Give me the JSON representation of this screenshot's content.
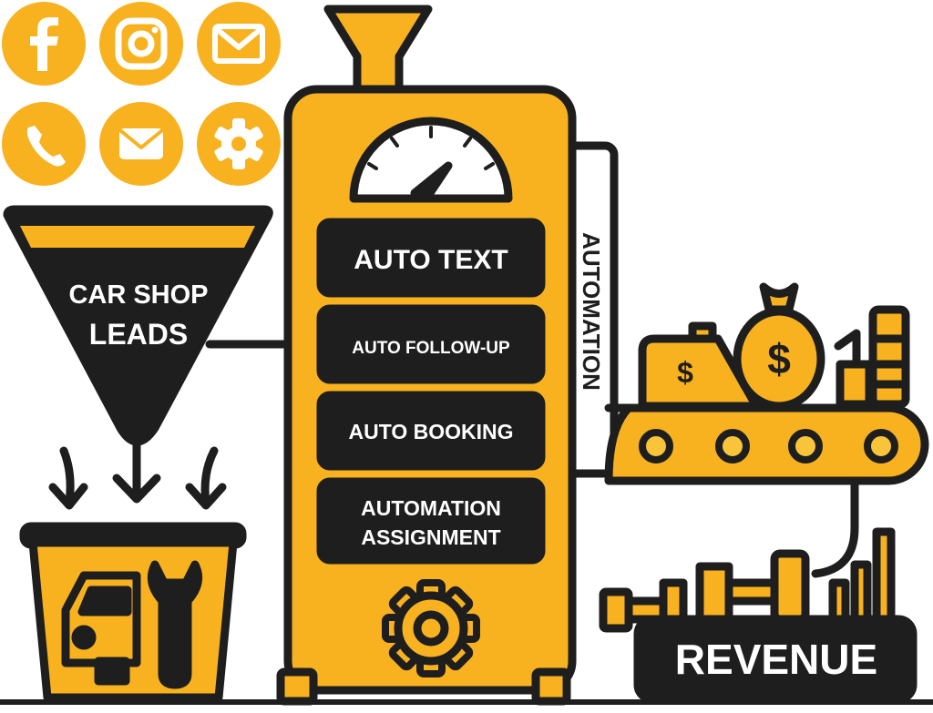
{
  "colors": {
    "accent": "#F8B21F",
    "dark": "#1E1E1E",
    "background": "#FFFFFF"
  },
  "channel_icons": [
    "facebook-icon",
    "instagram-icon",
    "email-icon",
    "phone-icon",
    "message-icon",
    "settings-icon"
  ],
  "funnel": {
    "line1": "CAR SHOP",
    "line2": "LEADS"
  },
  "machine": {
    "side_label": "AUTOMATION",
    "steps": [
      {
        "line1": "AUTO TEXT"
      },
      {
        "line1": "AUTO FOLLOW-UP"
      },
      {
        "line1": "AUTO BOOKING"
      },
      {
        "line1": "AUTOMATION",
        "line2": "ASSIGNMENT"
      }
    ]
  },
  "conveyor": {
    "money_symbol": "$"
  },
  "revenue": {
    "label": "REVENUE"
  }
}
